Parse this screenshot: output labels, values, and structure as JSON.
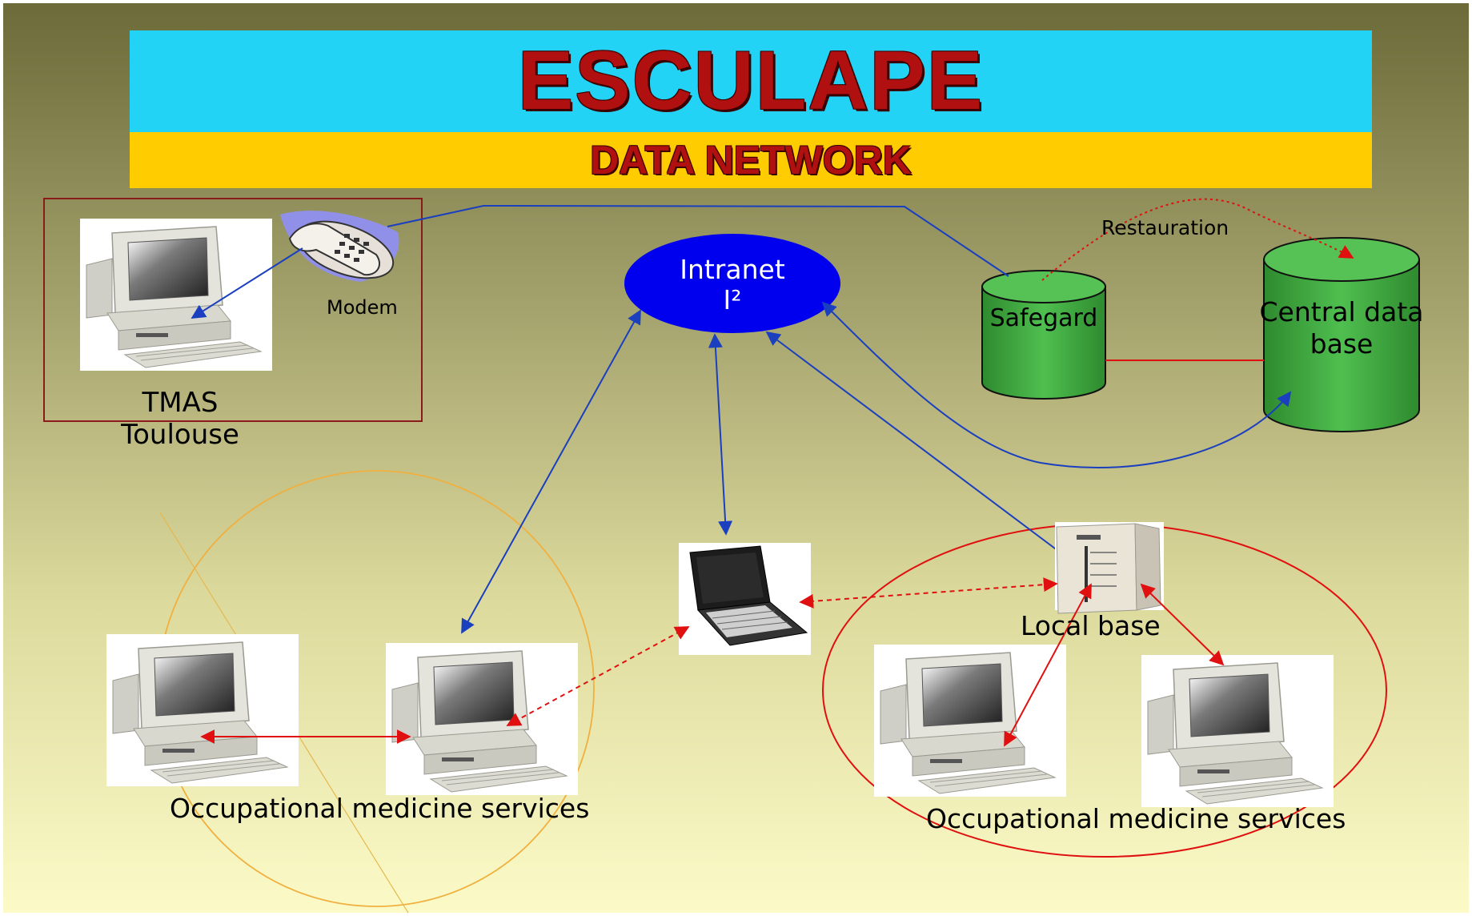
{
  "header": {
    "title": "ESCULAPE",
    "subtitle": "DATA NETWORK"
  },
  "nodes": {
    "tmas": {
      "line1": "TMAS",
      "line2": "Toulouse"
    },
    "modem": {
      "label": "Modem"
    },
    "intranet": {
      "line1": "Intranet",
      "line2": "I²"
    },
    "safegard": {
      "label": "Safegard"
    },
    "central_db": {
      "line1": "Central data",
      "line2": "base"
    },
    "restauration": {
      "label": "Restauration"
    },
    "local_base": {
      "label": "Local base"
    },
    "services_left": {
      "label": "Occupational medicine services"
    },
    "services_right": {
      "label": "Occupational medicine services"
    }
  },
  "colors": {
    "banner_cyan": "#22d3f5",
    "banner_yellow": "#ffcc00",
    "title_red": "#b01010",
    "intranet_blue": "#0000ee",
    "db_green": "#3fa33f",
    "link_blue": "#1a3fbf",
    "link_red": "#e01010",
    "left_circle": "#f0b040",
    "right_circle": "#e01010",
    "tmas_box": "#8b1a1a"
  },
  "icons": [
    "desktop-computer-icon",
    "telephone-modem-icon",
    "laptop-icon",
    "server-tower-icon",
    "database-cylinder-icon"
  ]
}
